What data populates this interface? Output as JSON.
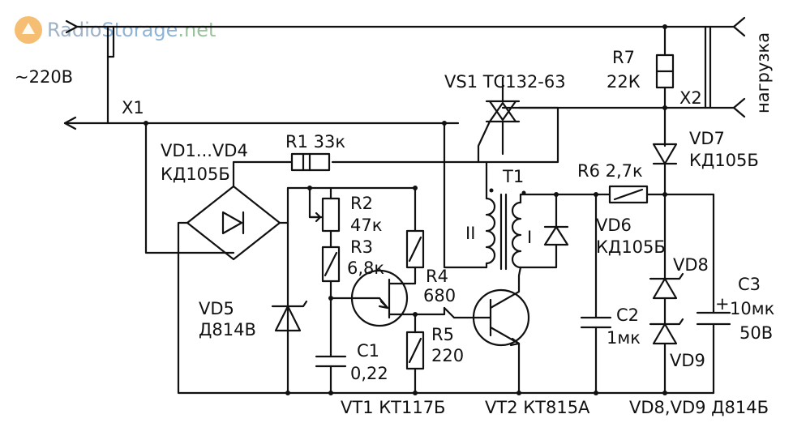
{
  "watermark": {
    "text_a": "Radio",
    "text_b": "Storage",
    "text_c": ".net",
    "color_a": "#9fb2c6",
    "color_b": "#8fb4d8",
    "color_c": "#9ac29a"
  },
  "labels": {
    "mains": "~220В",
    "x1": "X1",
    "x2": "X2",
    "load": "нагрузка",
    "vs1": "VS1 ТС132-63",
    "r7_name": "R7",
    "r7_val": "22К",
    "vd7_name": "VD7",
    "vd7_type": "КД105Б",
    "r1": "R1 33к",
    "vd1_4_name": "VD1...VD4",
    "vd1_4_type": "КД105Б",
    "r6": "R6 2,7к",
    "t1": "T1",
    "t1_w1": "I",
    "t1_w2": "II",
    "r2_name": "R2",
    "r2_val": "47к",
    "r3_name": "R3",
    "r3_val": "6,8к",
    "r4_name": "R4",
    "r4_val": "680",
    "r5_name": "R5",
    "r5_val": "220",
    "vd5_name": "VD5",
    "vd5_type": "Д814В",
    "c1_name": "C1",
    "c1_val": "0,22",
    "vd6_name": "VD6",
    "vd6_type": "КД105Б",
    "c2_name": "C2",
    "c2_val": "1мк",
    "vd8": "VD8",
    "vd9": "VD9",
    "c3_name": "C3",
    "c3_val": "10мк",
    "c3_volt": "50В",
    "c3_plus": "+",
    "vt1": "VT1 КТ117Б",
    "vt2": "VT2 КТ815А",
    "vd89": "VD8,VD9 Д814Б"
  }
}
